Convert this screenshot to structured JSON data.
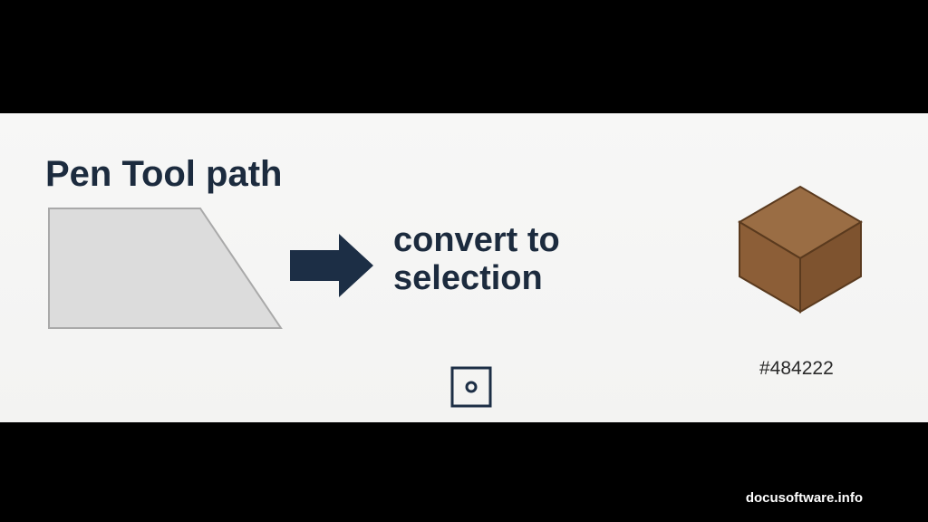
{
  "slide": {
    "title": "Pen Tool path",
    "convert_line1": "convert to",
    "convert_line2": "selection",
    "color_hex_label": "#484222",
    "watermark": "docusoftware.info"
  },
  "icons": {
    "path_shape": "trapezoid-path-shape",
    "arrow": "right-arrow-icon",
    "selection": "selection-icon",
    "cube": "cube-icon"
  },
  "colors": {
    "title_text": "#1c2b3e",
    "arrow": "#1c2e45",
    "path_fill": "#dcdcdc",
    "path_stroke": "#a9a9a9",
    "cube_top": "#9a6d44",
    "cube_left": "#8c5e37",
    "cube_right": "#7e532f",
    "cube_edge": "#5a3a1e",
    "background": "#f5f5f4",
    "letterbox": "#000000"
  }
}
